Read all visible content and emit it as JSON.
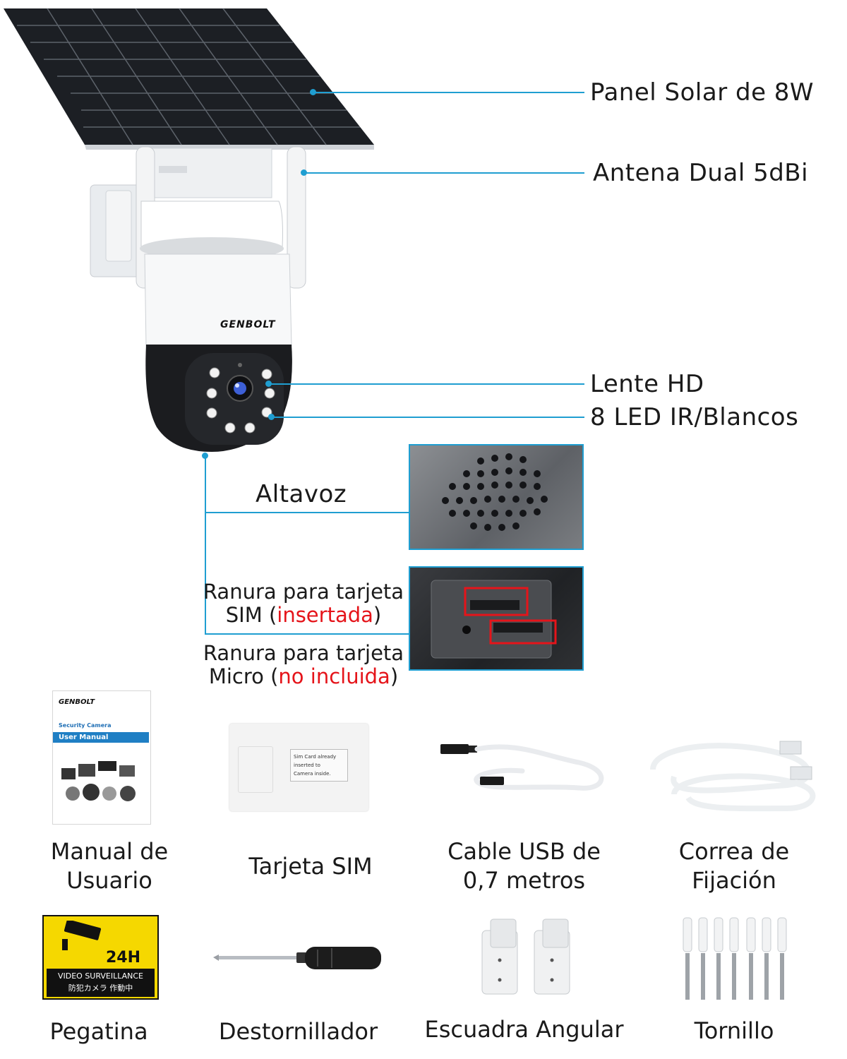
{
  "callouts": {
    "solar_panel": "Panel Solar de 8W",
    "antenna": "Antena Dual 5dBi",
    "lens": "Lente HD",
    "leds": "8 LED IR/Blancos",
    "speaker": "Altavoz",
    "sim_slot_line1": "Ranura para tarjeta",
    "sim_slot_line2_prefix": "SIM (",
    "sim_slot_highlight": "insertada",
    "sim_slot_line2_suffix": ")",
    "micro_slot_line1": "Ranura para tarjeta",
    "micro_slot_line2_prefix": "Micro (",
    "micro_slot_highlight": "no incluida",
    "micro_slot_line2_suffix": ")"
  },
  "camera": {
    "brand": "GENBOLT"
  },
  "manual_cover": {
    "brand": "GENBOLT",
    "subtitle": "Security Camera",
    "title": "User Manual"
  },
  "sim_card": {
    "note_line1": "Sim Card already inserted to",
    "note_line2": "Camera inside."
  },
  "sticker": {
    "hours": "24H",
    "line1": "VIDEO SURVEILLANCE",
    "line2": "防犯カメラ 作動中"
  },
  "accessories": [
    {
      "line1": "Manual de",
      "line2": "Usuario"
    },
    {
      "line1": "Tarjeta SIM",
      "line2": ""
    },
    {
      "line1": "Cable USB de",
      "line2": "0,7 metros"
    },
    {
      "line1": "Correa de",
      "line2": "Fijación"
    },
    {
      "line1": "Pegatina",
      "line2": ""
    },
    {
      "line1": "Destornillador",
      "line2": ""
    },
    {
      "line1": "Escuadra Angular",
      "line2": ""
    },
    {
      "line1": "Tornillo",
      "line2": ""
    }
  ],
  "colors": {
    "accent": "#1f9ed1",
    "highlight": "#e5141a",
    "sticker_yellow": "#f5d800"
  }
}
